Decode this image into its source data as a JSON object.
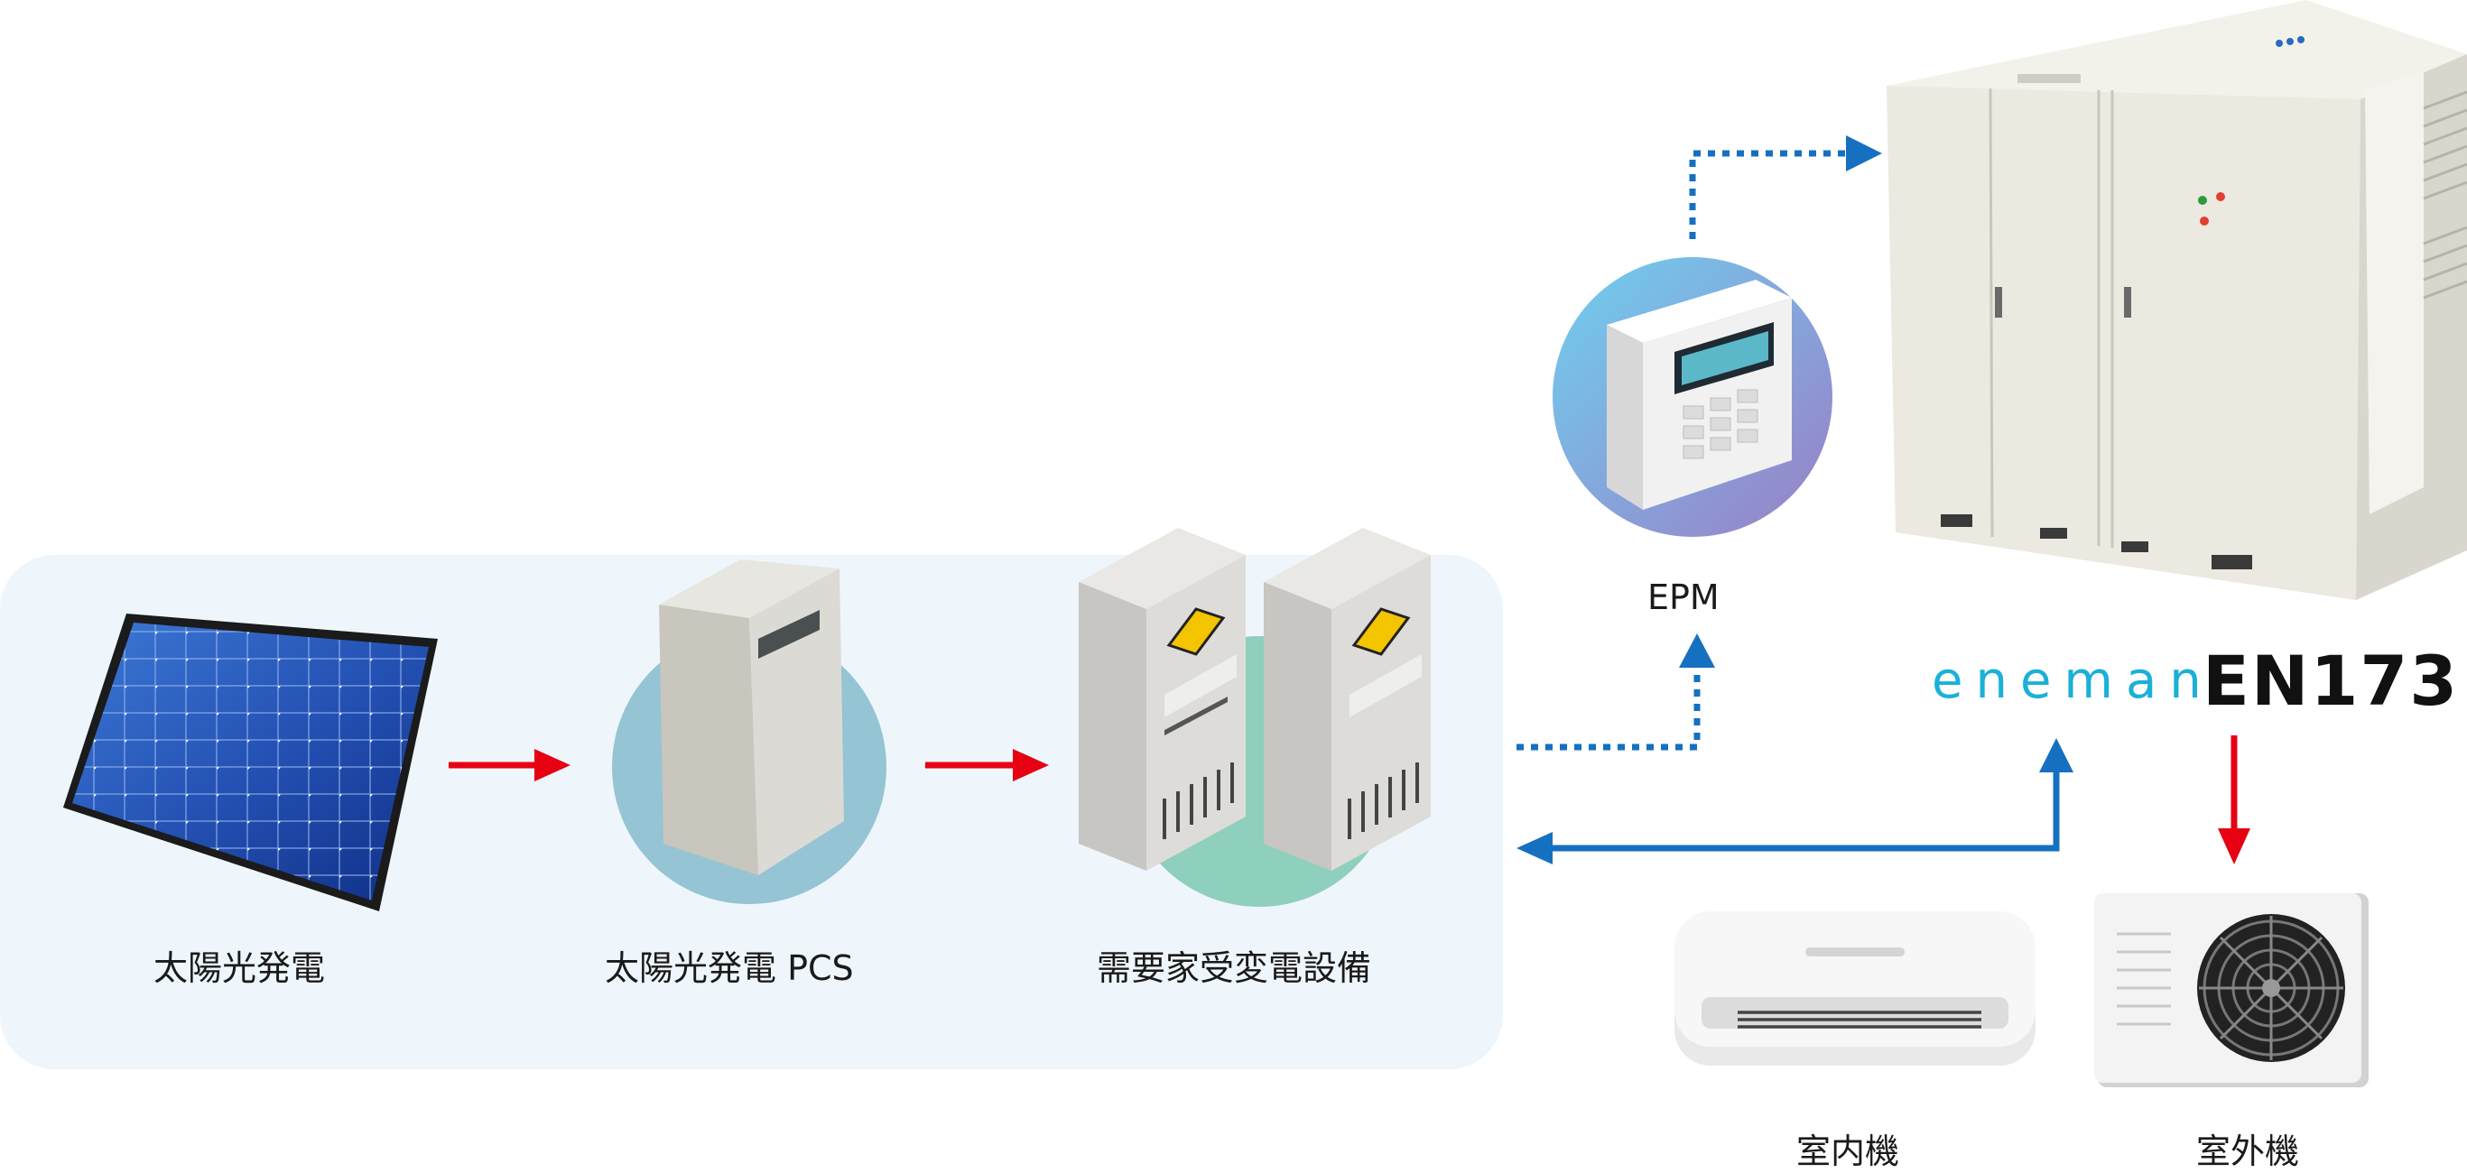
{
  "labels": {
    "solar": "太陽光発電",
    "pcs": "太陽光発電 PCS",
    "substation": "需要家受変電設備",
    "epm": "EPM",
    "indoor": "室内機",
    "outdoor": "室外機"
  },
  "brand": {
    "word": "eneman",
    "model": "EN173"
  },
  "colors": {
    "red_flow": "#e60012",
    "blue_flow": "#1670c0",
    "brand": "#1ab0d8"
  }
}
